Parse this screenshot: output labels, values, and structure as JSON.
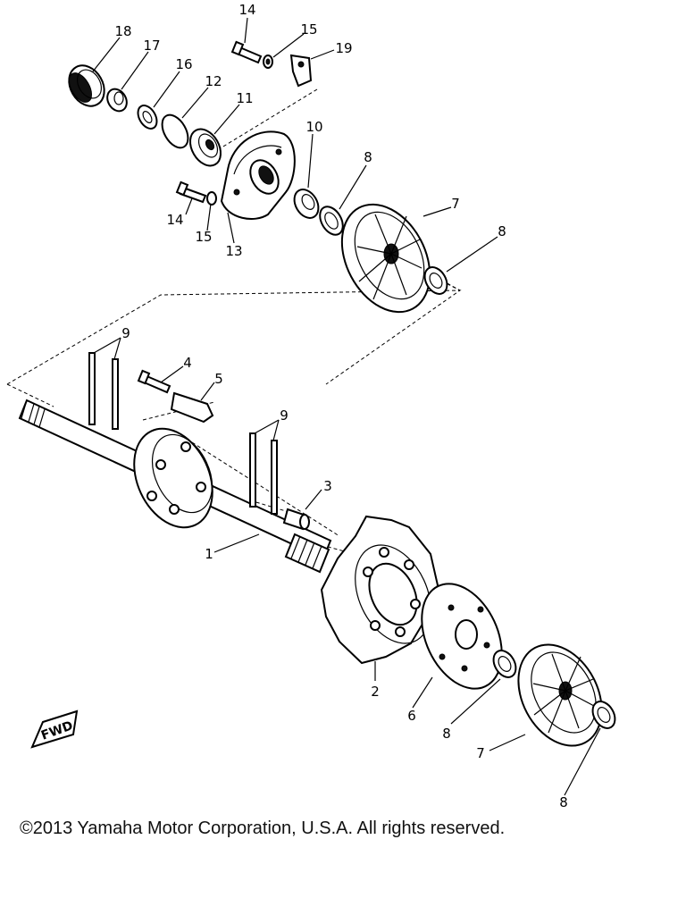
{
  "callouts": [
    {
      "id": "c18",
      "text": "18"
    },
    {
      "id": "c17",
      "text": "17"
    },
    {
      "id": "c16",
      "text": "16"
    },
    {
      "id": "c12",
      "text": "12"
    },
    {
      "id": "c11",
      "text": "11"
    },
    {
      "id": "c14a",
      "text": "14"
    },
    {
      "id": "c15a",
      "text": "15"
    },
    {
      "id": "c19",
      "text": "19"
    },
    {
      "id": "c10",
      "text": "10"
    },
    {
      "id": "c8a",
      "text": "8"
    },
    {
      "id": "c7a",
      "text": "7"
    },
    {
      "id": "c8b",
      "text": "8"
    },
    {
      "id": "c14b",
      "text": "14"
    },
    {
      "id": "c15b",
      "text": "15"
    },
    {
      "id": "c13",
      "text": "13"
    },
    {
      "id": "c9a",
      "text": "9"
    },
    {
      "id": "c4",
      "text": "4"
    },
    {
      "id": "c5",
      "text": "5"
    },
    {
      "id": "c9b",
      "text": "9"
    },
    {
      "id": "c3",
      "text": "3"
    },
    {
      "id": "c1",
      "text": "1"
    },
    {
      "id": "c2",
      "text": "2"
    },
    {
      "id": "c6",
      "text": "6"
    },
    {
      "id": "c8c",
      "text": "8"
    },
    {
      "id": "c7b",
      "text": "7"
    },
    {
      "id": "c8d",
      "text": "8"
    }
  ],
  "fwd_label": "FWD",
  "copyright": "©2013 Yamaha Motor Corporation, U.S.A. All rights reserved."
}
